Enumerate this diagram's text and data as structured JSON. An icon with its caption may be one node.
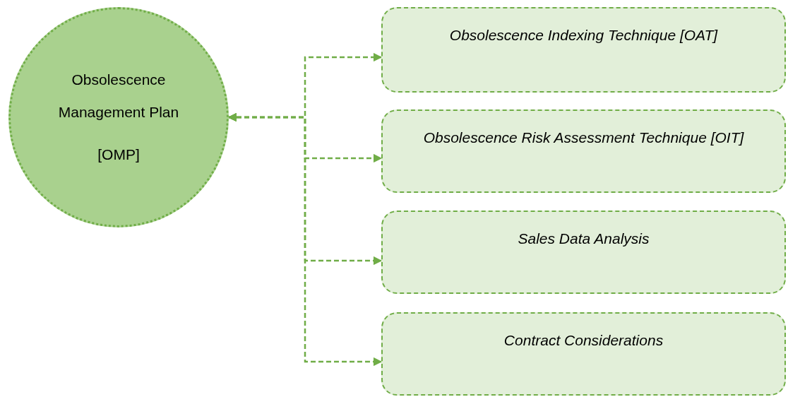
{
  "diagram": {
    "nodes": [
      {
        "text": [
          "Obsolescence Management Plan",
          "[OMP]"
        ]
      },
      {
        "text": [
          "Obsolescence Indexing Technique [OAT]"
        ]
      },
      {
        "text": [
          "Obsolescence Risk Assessment Technique [OIT]"
        ]
      },
      {
        "text": [
          "Sales Data Analysis"
        ]
      },
      {
        "text": [
          "Contract Considerations"
        ]
      }
    ],
    "edges": [
      {
        "from": 0,
        "to": 1,
        "arrow": "both",
        "style": "dashed"
      },
      {
        "from": 0,
        "to": 2,
        "arrow": "both",
        "style": "dashed"
      },
      {
        "from": 0,
        "to": 3,
        "arrow": "both",
        "style": "dashed"
      },
      {
        "from": 0,
        "to": 4,
        "arrow": "both",
        "style": "dashed"
      }
    ]
  }
}
